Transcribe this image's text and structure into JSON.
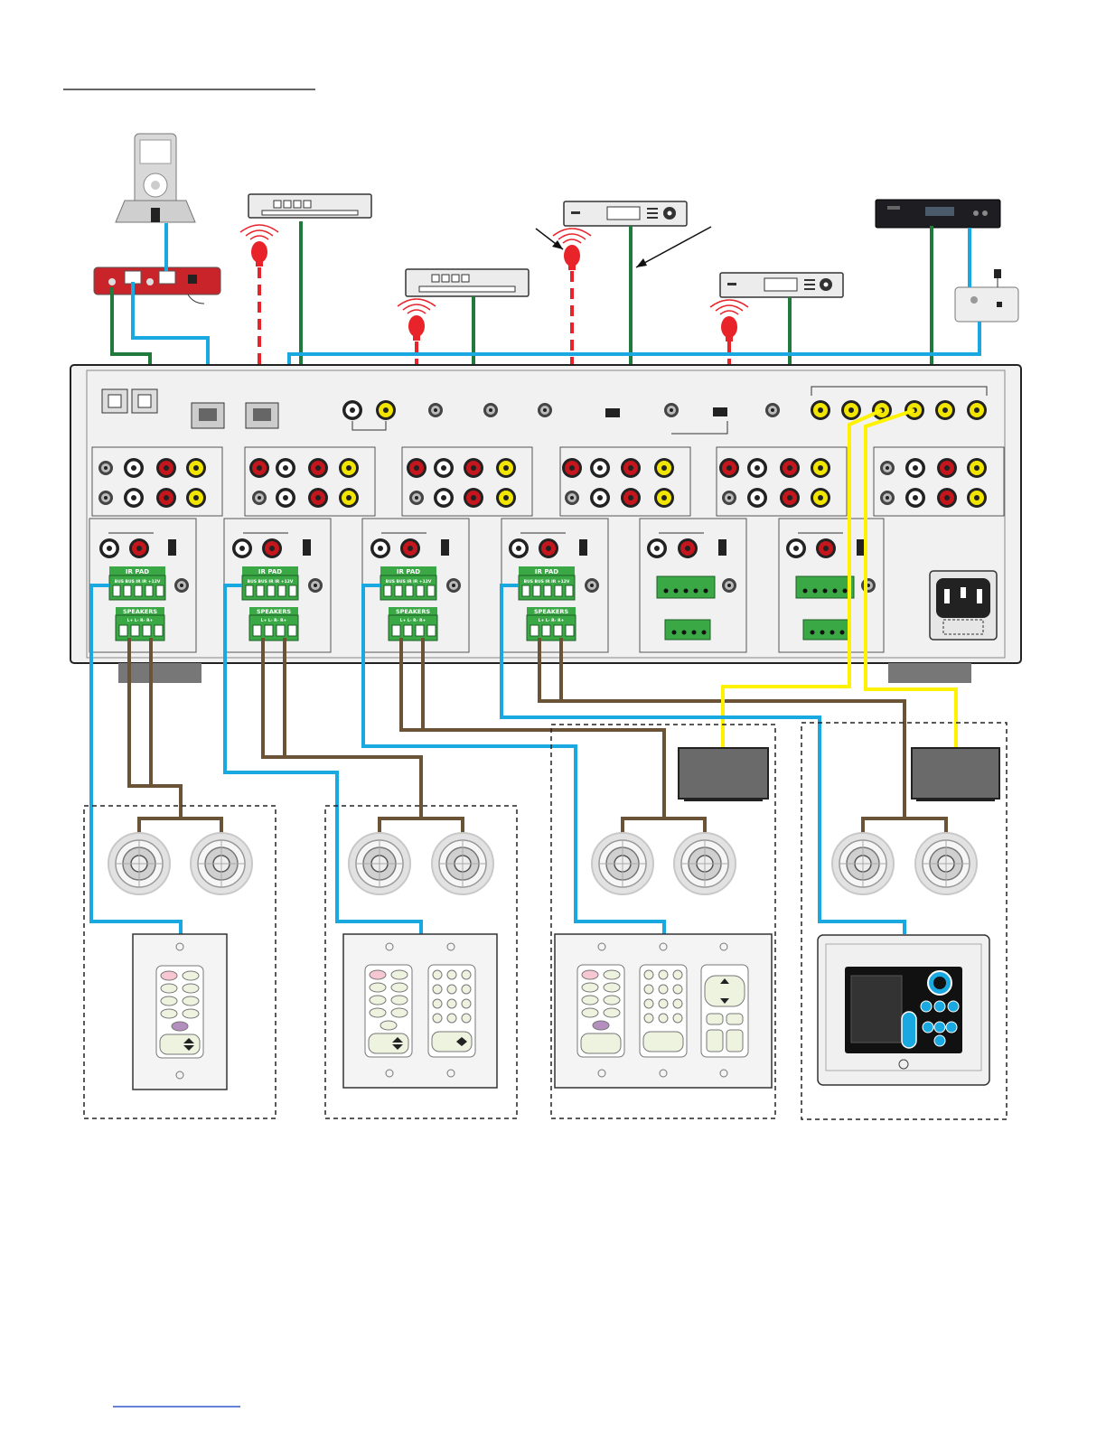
{
  "header": {
    "title": ""
  },
  "terminal_labels": {
    "ir_pad": "IR PAD",
    "ir_pad_pins": "BUS BUS IR IR +12V",
    "speakers": "SPEAKERS",
    "speaker_pins": "L+ L- R- R+"
  },
  "colors": {
    "ir_cable": "#e8242a",
    "audio_cable": "#1f7a3c",
    "cat5_cable": "#1aa8e0",
    "speaker_wire": "#6b5337",
    "video_cable": "#fff200",
    "chassis": "#f1f1f1",
    "terminal_green": "#3aa845",
    "rca_red": "#c4161c",
    "rca_yellow": "#f2e600"
  },
  "icons": [
    "ipod-dock-icon",
    "dvd-player-icon",
    "satellite-receiver-icon",
    "tuner-icon",
    "ir-emitter-icon",
    "ceiling-speaker-icon",
    "keypad-icon",
    "touch-panel-icon",
    "tv-icon",
    "power-inlet-icon"
  ],
  "footer": {
    "link": ""
  }
}
